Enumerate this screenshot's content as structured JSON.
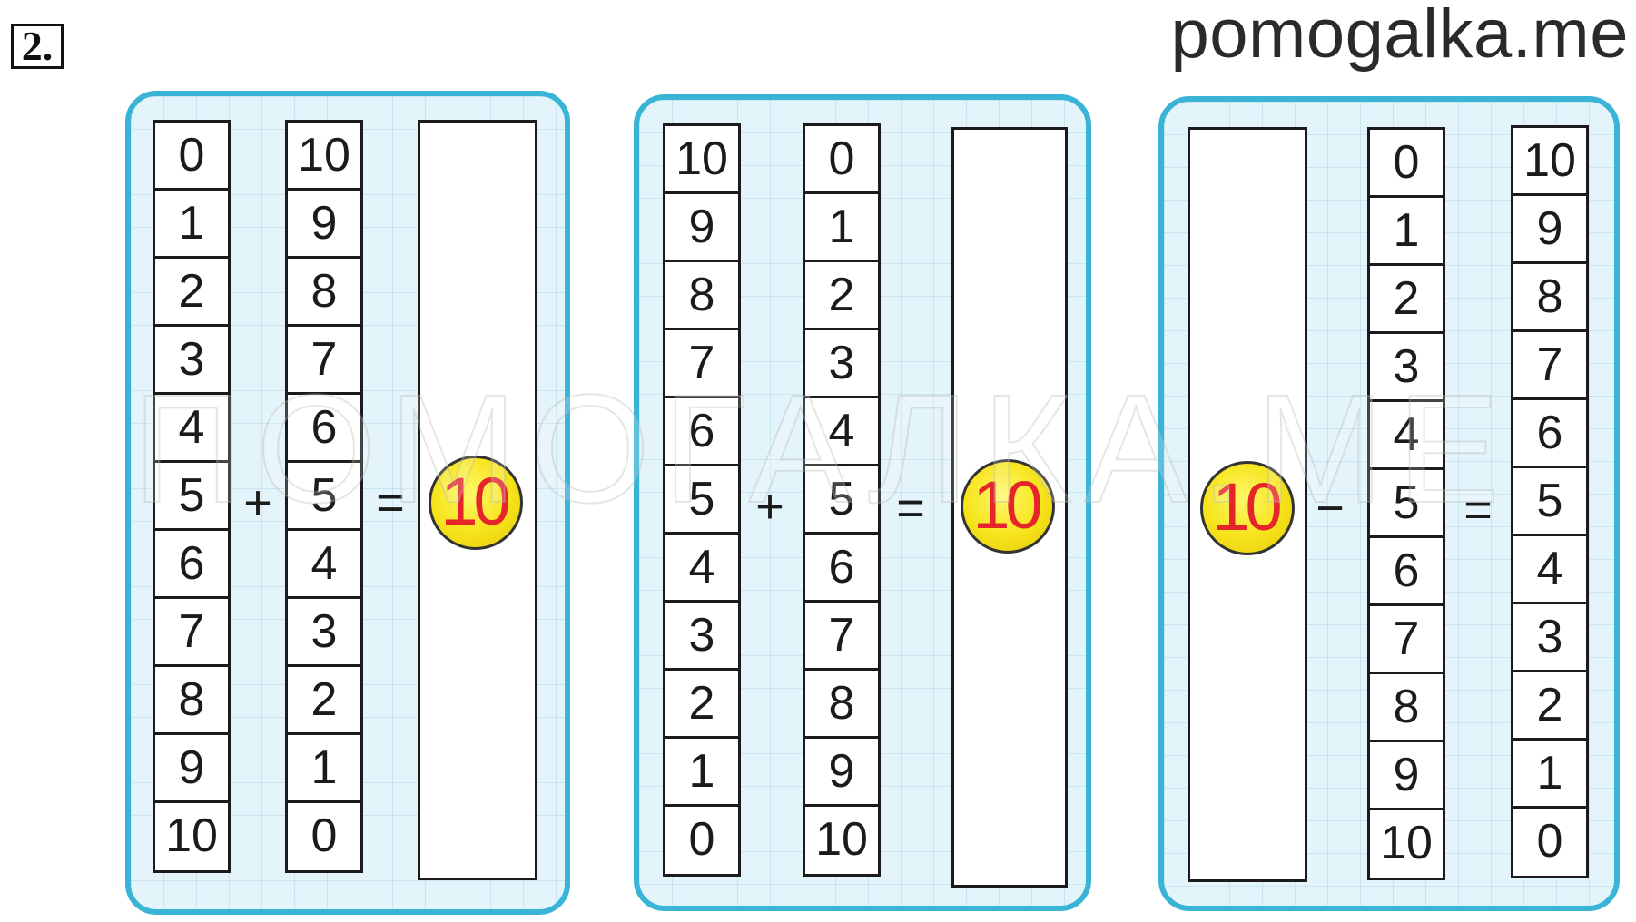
{
  "task_number": "2.",
  "site": "pomogalka.me",
  "watermark": "ПОМОГАЛКА.МЕ",
  "panels": [
    {
      "col_a": [
        "0",
        "1",
        "2",
        "3",
        "4",
        "5",
        "6",
        "7",
        "8",
        "9",
        "10"
      ],
      "col_b": [
        "10",
        "9",
        "8",
        "7",
        "6",
        "5",
        "4",
        "3",
        "2",
        "1",
        "0"
      ],
      "op1": "+",
      "op2": "=",
      "result": "10"
    },
    {
      "col_a": [
        "10",
        "9",
        "8",
        "7",
        "6",
        "5",
        "4",
        "3",
        "2",
        "1",
        "0"
      ],
      "col_b": [
        "0",
        "1",
        "2",
        "3",
        "4",
        "5",
        "6",
        "7",
        "8",
        "9",
        "10"
      ],
      "op1": "+",
      "op2": "=",
      "result": "10"
    },
    {
      "start": "10",
      "col_a": [
        "0",
        "1",
        "2",
        "3",
        "4",
        "5",
        "6",
        "7",
        "8",
        "9",
        "10"
      ],
      "col_b": [
        "10",
        "9",
        "8",
        "7",
        "6",
        "5",
        "4",
        "3",
        "2",
        "1",
        "0"
      ],
      "op1": "−",
      "op2": "="
    }
  ]
}
